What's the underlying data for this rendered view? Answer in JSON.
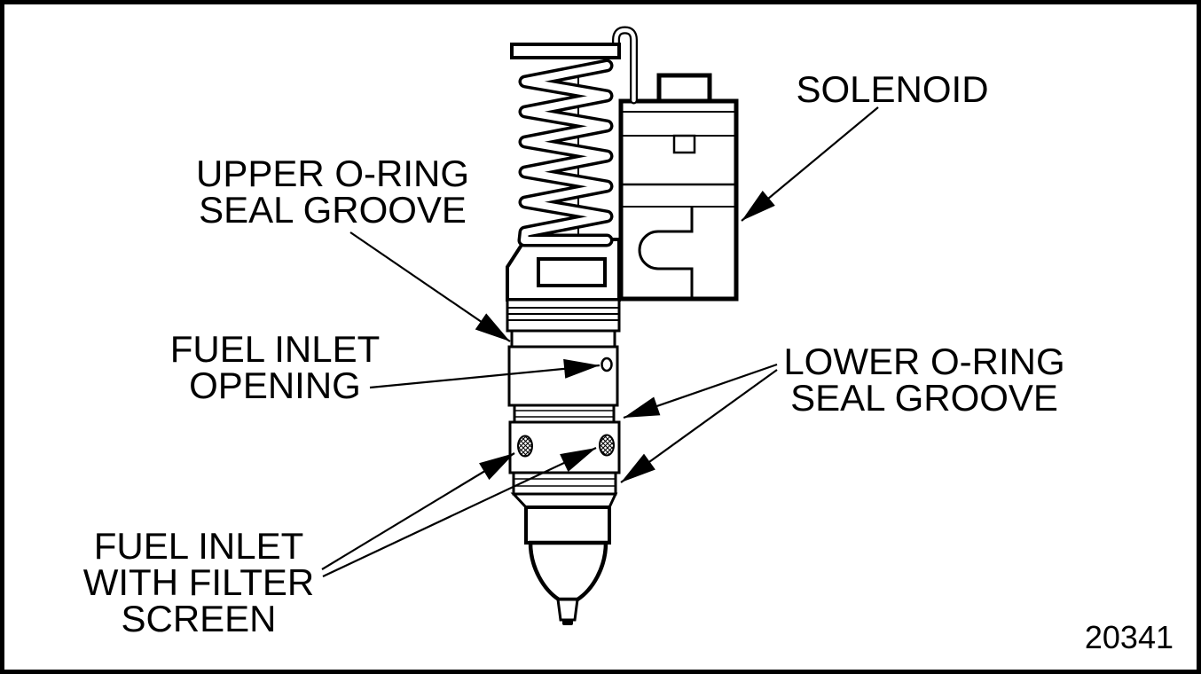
{
  "figure": {
    "figure_number": "20341",
    "ink_color": "#000000",
    "background_color": "#ffffff"
  },
  "callouts": [
    {
      "id": "solenoid",
      "lines": [
        "SOLENOID"
      ]
    },
    {
      "id": "upper-oring",
      "lines": [
        "UPPER O-RING",
        "SEAL GROOVE"
      ]
    },
    {
      "id": "fuel-inlet-opening",
      "lines": [
        "FUEL INLET",
        "OPENING"
      ]
    },
    {
      "id": "lower-oring",
      "lines": [
        "LOWER O-RING",
        "SEAL GROOVE"
      ]
    },
    {
      "id": "fuel-inlet-filter",
      "lines": [
        "FUEL INLET",
        "WITH FILTER",
        "SCREEN"
      ]
    }
  ]
}
